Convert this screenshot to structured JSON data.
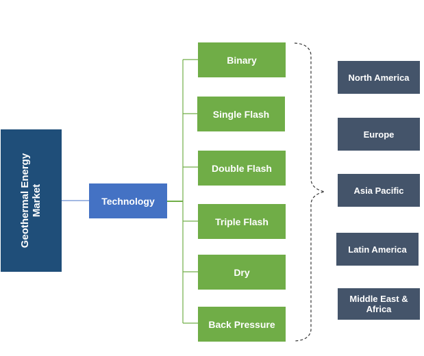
{
  "diagram": {
    "root": {
      "label_line1": "Geothermal Energy",
      "label_line2": "Market"
    },
    "segment": {
      "label": "Technology"
    },
    "technologies": [
      {
        "label": "Binary"
      },
      {
        "label": "Single Flash"
      },
      {
        "label": "Double Flash"
      },
      {
        "label": "Triple Flash"
      },
      {
        "label": "Dry"
      },
      {
        "label": "Back Pressure"
      }
    ],
    "regions": [
      {
        "label": "North America"
      },
      {
        "label": "Europe"
      },
      {
        "label": "Asia Pacific"
      },
      {
        "label": "Latin America"
      },
      {
        "label": "Middle East & Africa"
      }
    ],
    "colors": {
      "root": "#1f4e79",
      "segment": "#4472c4",
      "technology": "#70ad47",
      "region": "#44546a",
      "connector_green": "#70ad47",
      "connector_blue": "#4472c4",
      "brace": "#333333"
    }
  }
}
